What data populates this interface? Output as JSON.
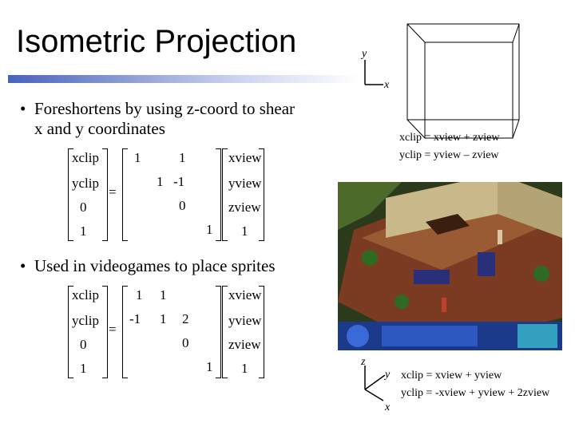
{
  "slide": {
    "title": "Isometric Projection",
    "bullets": [
      {
        "text_line1": "Foreshortens by using z-coord to shear",
        "text_line2": "x and y coordinates"
      },
      {
        "text_line1": "Used in videogames to place sprites"
      }
    ]
  },
  "axes_top": {
    "y": "y",
    "x": "x"
  },
  "axes_bottom": {
    "z": "z",
    "y": "y",
    "x": "x"
  },
  "matrix1": {
    "lhs": [
      "xclip",
      "yclip",
      "0",
      "1"
    ],
    "rows": [
      [
        "1",
        "",
        "1",
        ""
      ],
      [
        "",
        "1",
        "-1",
        ""
      ],
      [
        "",
        "",
        "0",
        ""
      ],
      [
        "",
        "",
        "",
        "1"
      ]
    ],
    "rhs": [
      "xview",
      "yview",
      "zview",
      "1"
    ]
  },
  "matrix2": {
    "lhs": [
      "xclip",
      "yclip",
      "0",
      "1"
    ],
    "rows": [
      [
        "1",
        "1",
        "",
        ""
      ],
      [
        "-1",
        "1",
        "2",
        ""
      ],
      [
        "",
        "",
        "0",
        ""
      ],
      [
        "",
        "",
        "",
        "1"
      ]
    ],
    "rhs": [
      "xview",
      "yview",
      "zview",
      "1"
    ]
  },
  "formulas_top": [
    "xclip = xview + zview",
    "yclip = yview – zview"
  ],
  "formulas_bottom": [
    "xclip = xview + yview",
    "yclip = -xview + yview + 2zview"
  ],
  "colors": {
    "accent": "#4a62b8"
  }
}
